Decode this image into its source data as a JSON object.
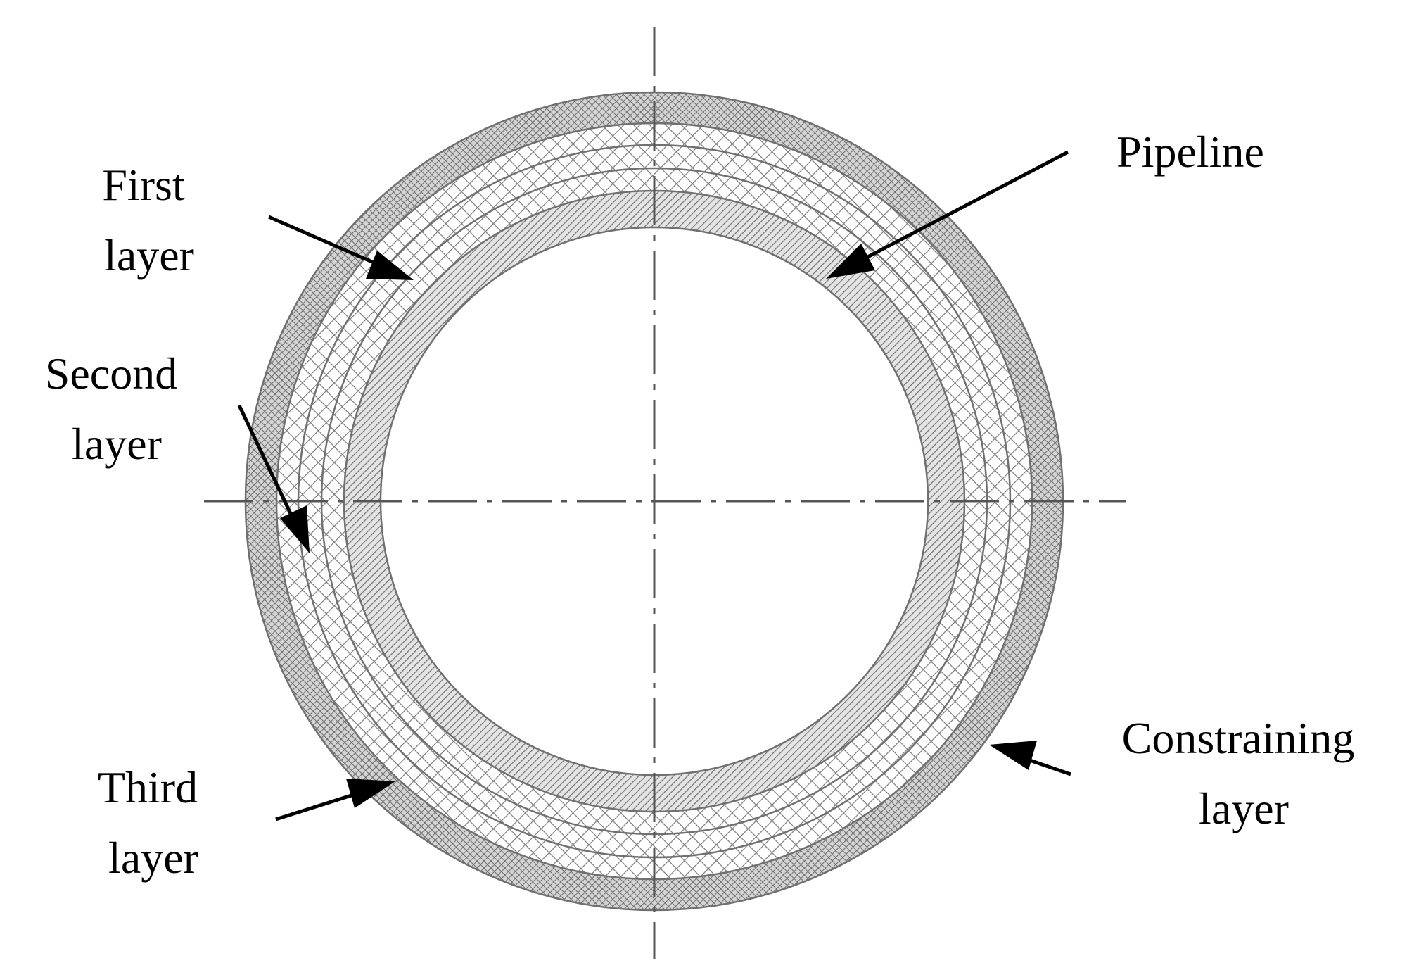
{
  "labels": {
    "pipeline": [
      "Pipeline"
    ],
    "first_layer": [
      "First",
      "layer"
    ],
    "second_layer": [
      "Second",
      "layer"
    ],
    "third_layer": [
      "Third",
      "layer"
    ],
    "constraining_layer": [
      "Constraining",
      "layer"
    ]
  },
  "colors": {
    "line": "#000000",
    "hatch": "#6e6e6e",
    "centerline": "#555555",
    "background": "#ffffff"
  }
}
